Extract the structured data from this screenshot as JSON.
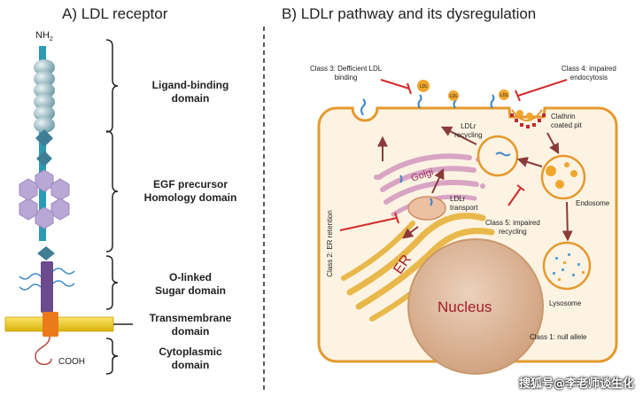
{
  "panel_a": {
    "title": "A) LDL receptor",
    "n_terminus": "NH",
    "n_terminus_sub": "2",
    "c_terminus": "COOH",
    "domains": [
      {
        "line1": "Ligand-binding",
        "line2": "domain"
      },
      {
        "line1": "EGF precursor",
        "line2": "Homology domain"
      },
      {
        "line1": "O-linked",
        "line2": "Sugar domain"
      },
      {
        "line1": "Transmembrane",
        "line2": "domain"
      },
      {
        "line1": "Cytoplasmic",
        "line2": "domain"
      }
    ]
  },
  "panel_b": {
    "title": "B) LDLr pathway and its dysregulation",
    "class3": {
      "line1": "Class 3: Defficient LDL",
      "line2": "binding"
    },
    "class4": {
      "line1": "Class 4: impaired",
      "line2": "endocytosis"
    },
    "clathrin": {
      "line1": "Clathrin",
      "line2": "coated pit"
    },
    "recycling": {
      "line1": "LDLr",
      "line2": "recycling"
    },
    "golgi": "Golgi",
    "transport": {
      "line1": "LDLr",
      "line2": "transport"
    },
    "endosome": "Endosome",
    "class5": {
      "line1": "Class 5: impaired",
      "line2": "recycling"
    },
    "class2": "Class 2: ER retention",
    "er": "ER",
    "nucleus": "Nucleus",
    "lysosome": "Lysosome",
    "class1": "Class 1: null allele",
    "ldl": "LDL"
  },
  "watermark": "搜狐号@李老师谈生化",
  "colors": {
    "cell_border": "#e39a2d",
    "cell_fill": "#fdf3e3",
    "nucleus": "#dcb79a",
    "nucleus_text": "#a0202a",
    "golgi": "#d9a4c4",
    "er": "#e8b84a",
    "arrow": "#8b3a3a",
    "inhibit": "#d22a2a",
    "membrane": "#f2cf1a"
  }
}
